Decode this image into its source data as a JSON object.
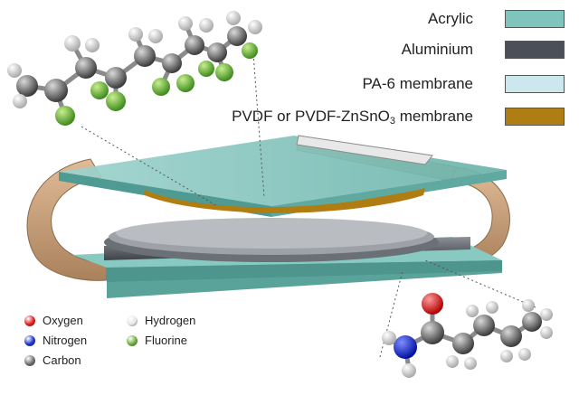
{
  "materials_legend": [
    {
      "label": "Acrylic",
      "color": "#7fc4bd"
    },
    {
      "label": "Aluminium",
      "color": "#4b4f57"
    },
    {
      "label": "PA-6 membrane",
      "color": "#cde7ef"
    },
    {
      "label_main": "PVDF or PVDF-ZnSnO",
      "label_sub": "3",
      "label_tail": " membrane",
      "color": "#b07d12"
    }
  ],
  "atoms_legend": [
    {
      "label": "Oxygen",
      "color": "#e01c1c"
    },
    {
      "label": "Hydrogen",
      "color": "#e6e6e6"
    },
    {
      "label": "Nitrogen",
      "color": "#1a2fd0"
    },
    {
      "label": "Fluorine",
      "color": "#6cae3a"
    },
    {
      "label": "Carbon",
      "color": "#6e6e6e"
    }
  ]
}
